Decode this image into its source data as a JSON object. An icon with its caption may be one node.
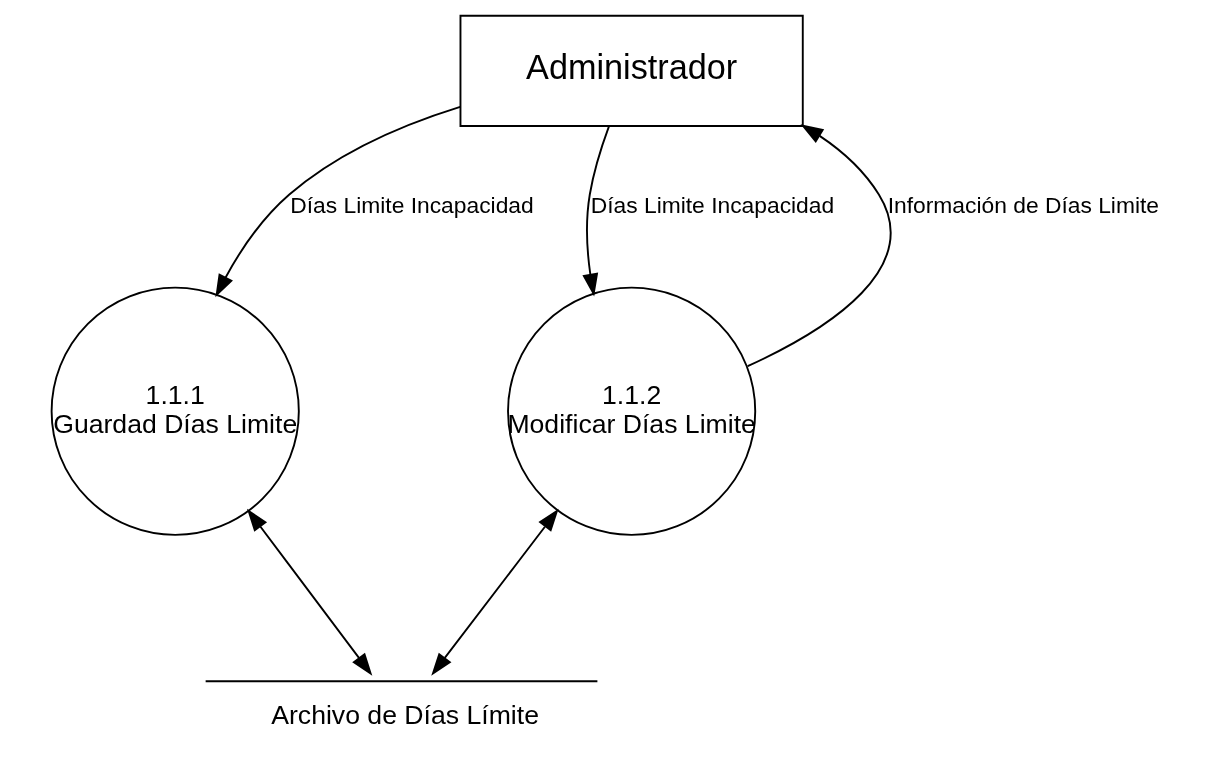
{
  "diagram": {
    "nodes": [
      {
        "text": [
          "Administrador"
        ]
      },
      {
        "text": [
          "1.1.1",
          "Guardad Días Limite"
        ]
      },
      {
        "text": [
          "1.1.2",
          "Modificar Días Limite"
        ]
      },
      {
        "text": [
          "Archivo de Días Límite"
        ]
      }
    ],
    "edges": [
      {
        "from": 0,
        "to": 1,
        "arrow": "to",
        "label": "Días Limite Incapacidad"
      },
      {
        "from": 0,
        "to": 2,
        "arrow": "to",
        "label": "Días Limite Incapacidad"
      },
      {
        "from": 2,
        "to": 0,
        "arrow": "to",
        "label": "Información de Días Limite"
      },
      {
        "from": 1,
        "to": 3,
        "arrow": "both"
      },
      {
        "from": 2,
        "to": 3,
        "arrow": "both"
      }
    ]
  }
}
